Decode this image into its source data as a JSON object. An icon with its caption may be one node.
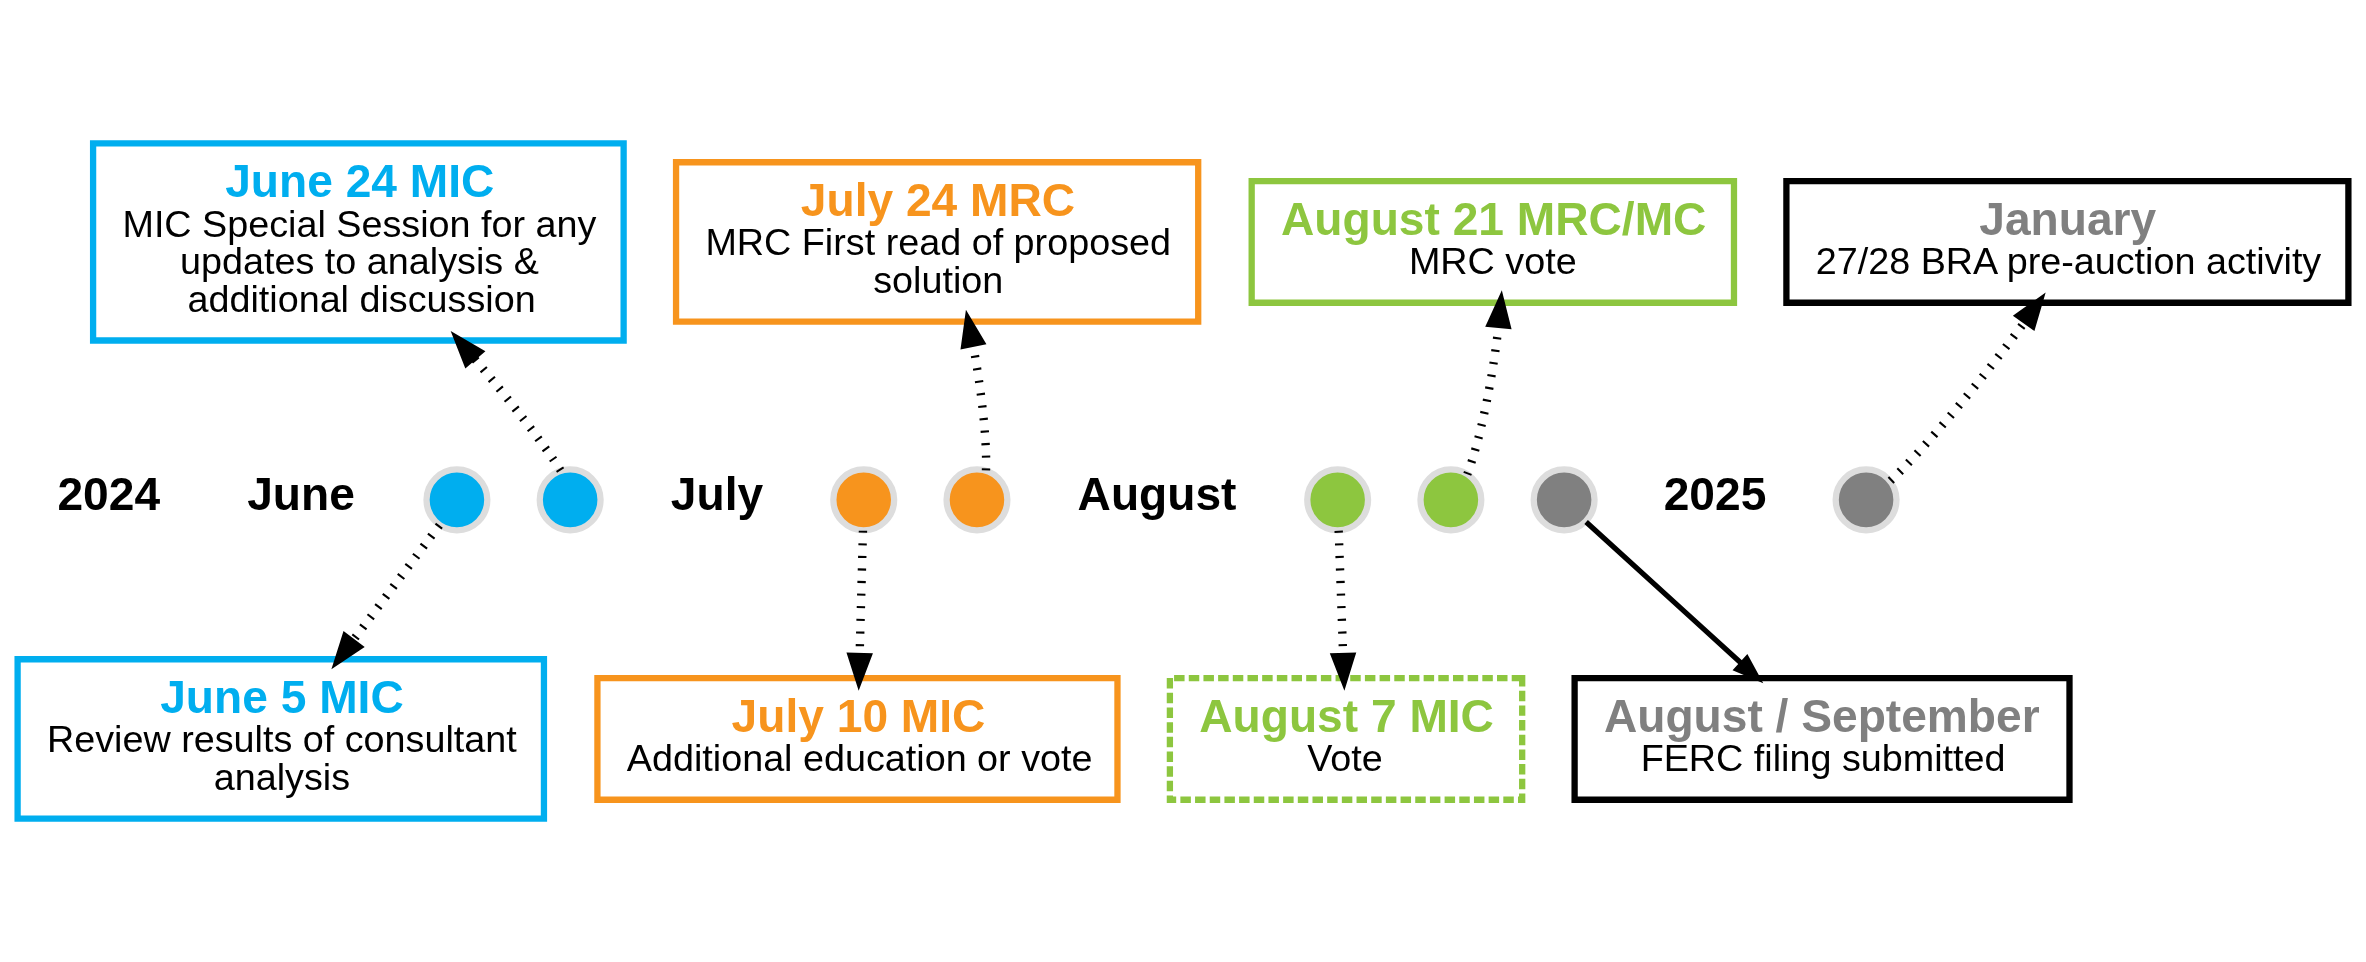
{
  "diagram": {
    "nodes": [
      {
        "text": [
          "June 24 MIC",
          "MIC Special Session for any updates to analysis & additional discussion"
        ]
      },
      {
        "text": [
          "July 24 MRC",
          "MRC First read of proposed solution"
        ]
      },
      {
        "text": [
          "August 21 MRC/MC",
          "MRC vote"
        ]
      },
      {
        "text": [
          "January",
          "27/28 BRA pre-auction activity"
        ]
      },
      {
        "text": [],
        "shape": "circle"
      },
      {
        "text": [],
        "shape": "circle"
      },
      {
        "text": [],
        "shape": "circle"
      },
      {
        "text": [],
        "shape": "circle"
      },
      {
        "text": [],
        "shape": "circle"
      },
      {
        "text": [],
        "shape": "circle"
      },
      {
        "text": [],
        "shape": "circle"
      },
      {
        "text": [],
        "shape": "circle"
      },
      {
        "text": [
          "June 5 MIC",
          "Review results of consultant analysis"
        ]
      },
      {
        "text": [
          "July 10 MIC",
          "Additional education or vote"
        ]
      },
      {
        "text": [
          "August 7 MIC",
          "Vote"
        ]
      },
      {
        "text": [
          "August / September",
          "FERC filing submitted"
        ]
      }
    ],
    "edges": [
      {
        "from": 4,
        "to": 12,
        "arrow": "to",
        "style": "dashed"
      },
      {
        "from": 5,
        "to": 0,
        "arrow": "to",
        "style": "dashed"
      },
      {
        "from": 6,
        "to": 13,
        "arrow": "to",
        "style": "dashed"
      },
      {
        "from": 7,
        "to": 1,
        "arrow": "to",
        "style": "dashed"
      },
      {
        "from": 8,
        "to": 14,
        "arrow": "to",
        "style": "dashed"
      },
      {
        "from": 9,
        "to": 2,
        "arrow": "to",
        "style": "dashed"
      },
      {
        "from": 10,
        "to": 15,
        "arrow": "to"
      },
      {
        "from": 11,
        "to": 3,
        "arrow": "to",
        "style": "dashed"
      }
    ],
    "labels": [
      "2024",
      "June",
      "July",
      "August",
      "2025"
    ]
  }
}
